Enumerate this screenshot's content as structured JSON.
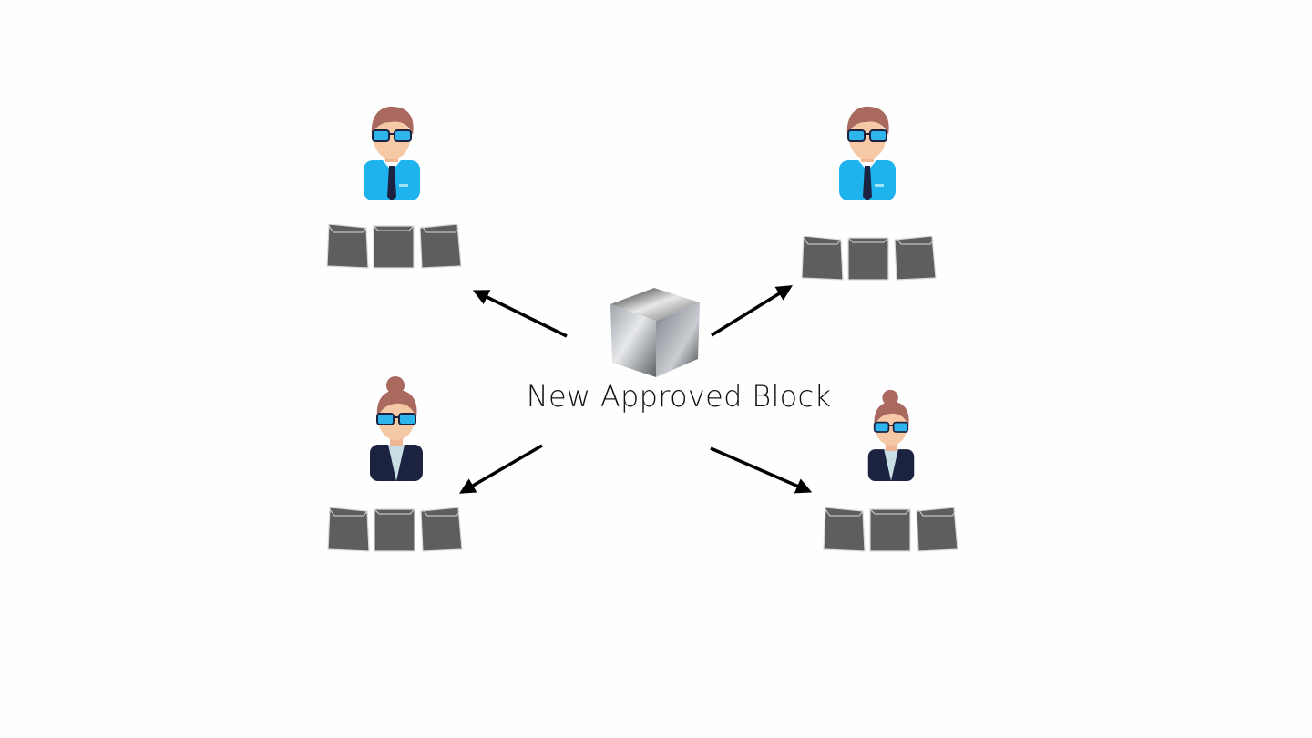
{
  "diagram": {
    "caption": "New Approved Block",
    "colors": {
      "arrow": "#000000",
      "block_fill": "#5e5e5e",
      "block_edge": "#d9d9d9",
      "shirt_male": "#1eb3ec",
      "jacket_female": "#1c2340",
      "hair": "#a9695f",
      "skin": "#f5c8a6",
      "glasses": "#2eb5ec"
    },
    "nodes": [
      {
        "id": "top-left",
        "person": "male-user-icon",
        "blocks": 3
      },
      {
        "id": "top-right",
        "person": "male-user-icon",
        "blocks": 3
      },
      {
        "id": "bottom-left",
        "person": "female-user-icon",
        "blocks": 3
      },
      {
        "id": "bottom-right",
        "person": "female-user-icon",
        "blocks": 3
      }
    ],
    "center_icon": "metal-cube-icon"
  }
}
